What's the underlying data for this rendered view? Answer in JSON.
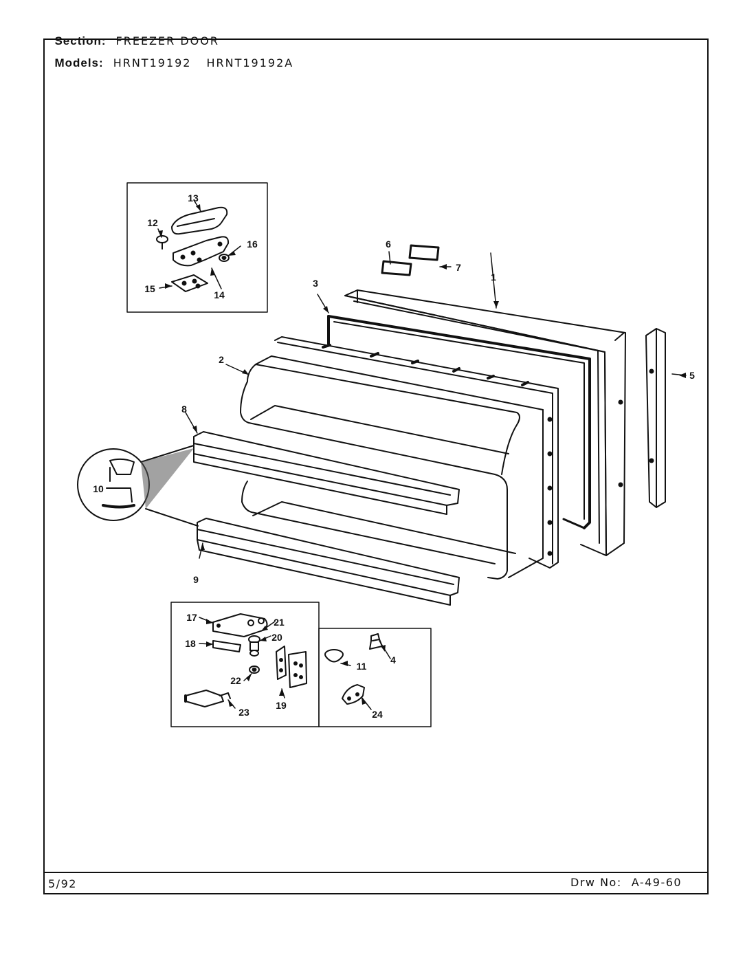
{
  "header": {
    "section_label": "Section:",
    "section_value": "FREEZER DOOR",
    "models_label": "Models:",
    "models": [
      "HRNT19192",
      "HRNT19192A"
    ]
  },
  "footer": {
    "date": "5/92",
    "drawing_label": "Drw No:",
    "drawing_number": "A-49-60"
  },
  "callouts": [
    "1",
    "2",
    "3",
    "4",
    "5",
    "6",
    "7",
    "8",
    "9",
    "10",
    "11",
    "12",
    "13",
    "14",
    "15",
    "16",
    "17",
    "18",
    "19",
    "20",
    "21",
    "22",
    "23",
    "24"
  ]
}
